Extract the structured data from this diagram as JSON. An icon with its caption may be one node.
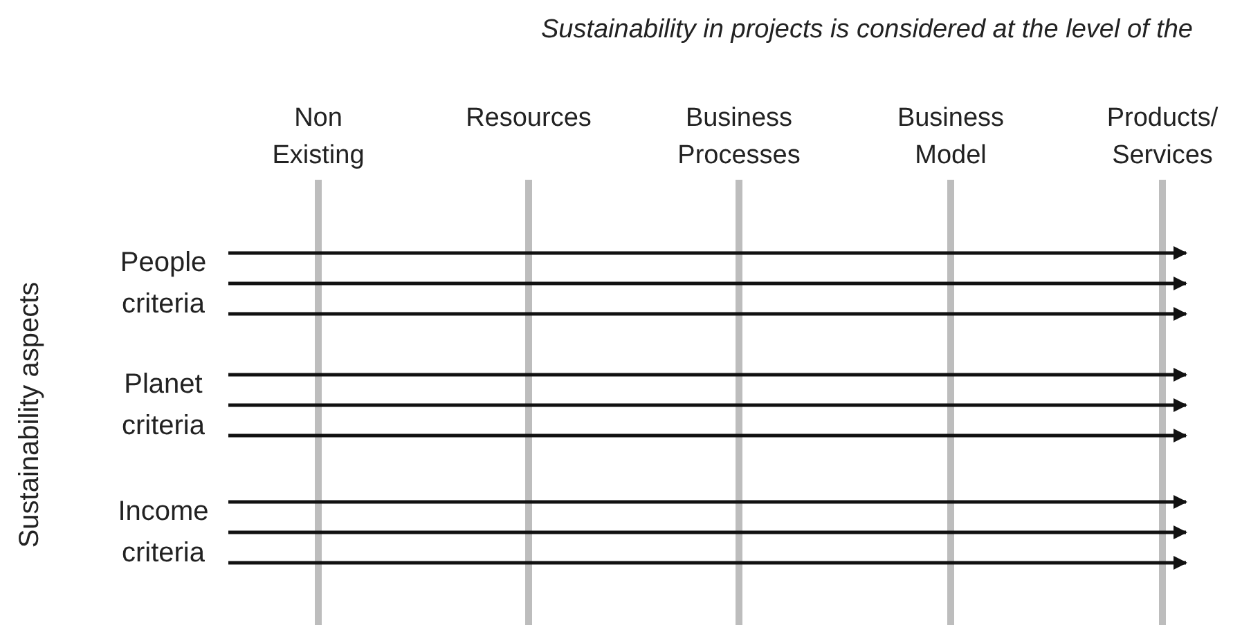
{
  "diagram": {
    "title": "Sustainability in projects is considered at the level of the",
    "nodes": [
      {
        "text": [
          "People criteria"
        ]
      },
      {
        "text": [
          "Planet criteria"
        ]
      },
      {
        "text": [
          "Income criteria"
        ]
      }
    ],
    "edges": [
      {
        "from": 0,
        "to": null,
        "arrow": "to"
      },
      {
        "from": 0,
        "to": null,
        "arrow": "to"
      },
      {
        "from": 0,
        "to": null,
        "arrow": "to"
      },
      {
        "from": 1,
        "to": null,
        "arrow": "to"
      },
      {
        "from": 1,
        "to": null,
        "arrow": "to"
      },
      {
        "from": 1,
        "to": null,
        "arrow": "to"
      },
      {
        "from": 2,
        "to": null,
        "arrow": "to"
      },
      {
        "from": 2,
        "to": null,
        "arrow": "to"
      },
      {
        "from": 2,
        "to": null,
        "arrow": "to"
      }
    ],
    "labels": [
      "Non Existing",
      "Resources",
      "Business Processes",
      "Business Model",
      "Products/ Services",
      "Sustainability aspects"
    ]
  }
}
